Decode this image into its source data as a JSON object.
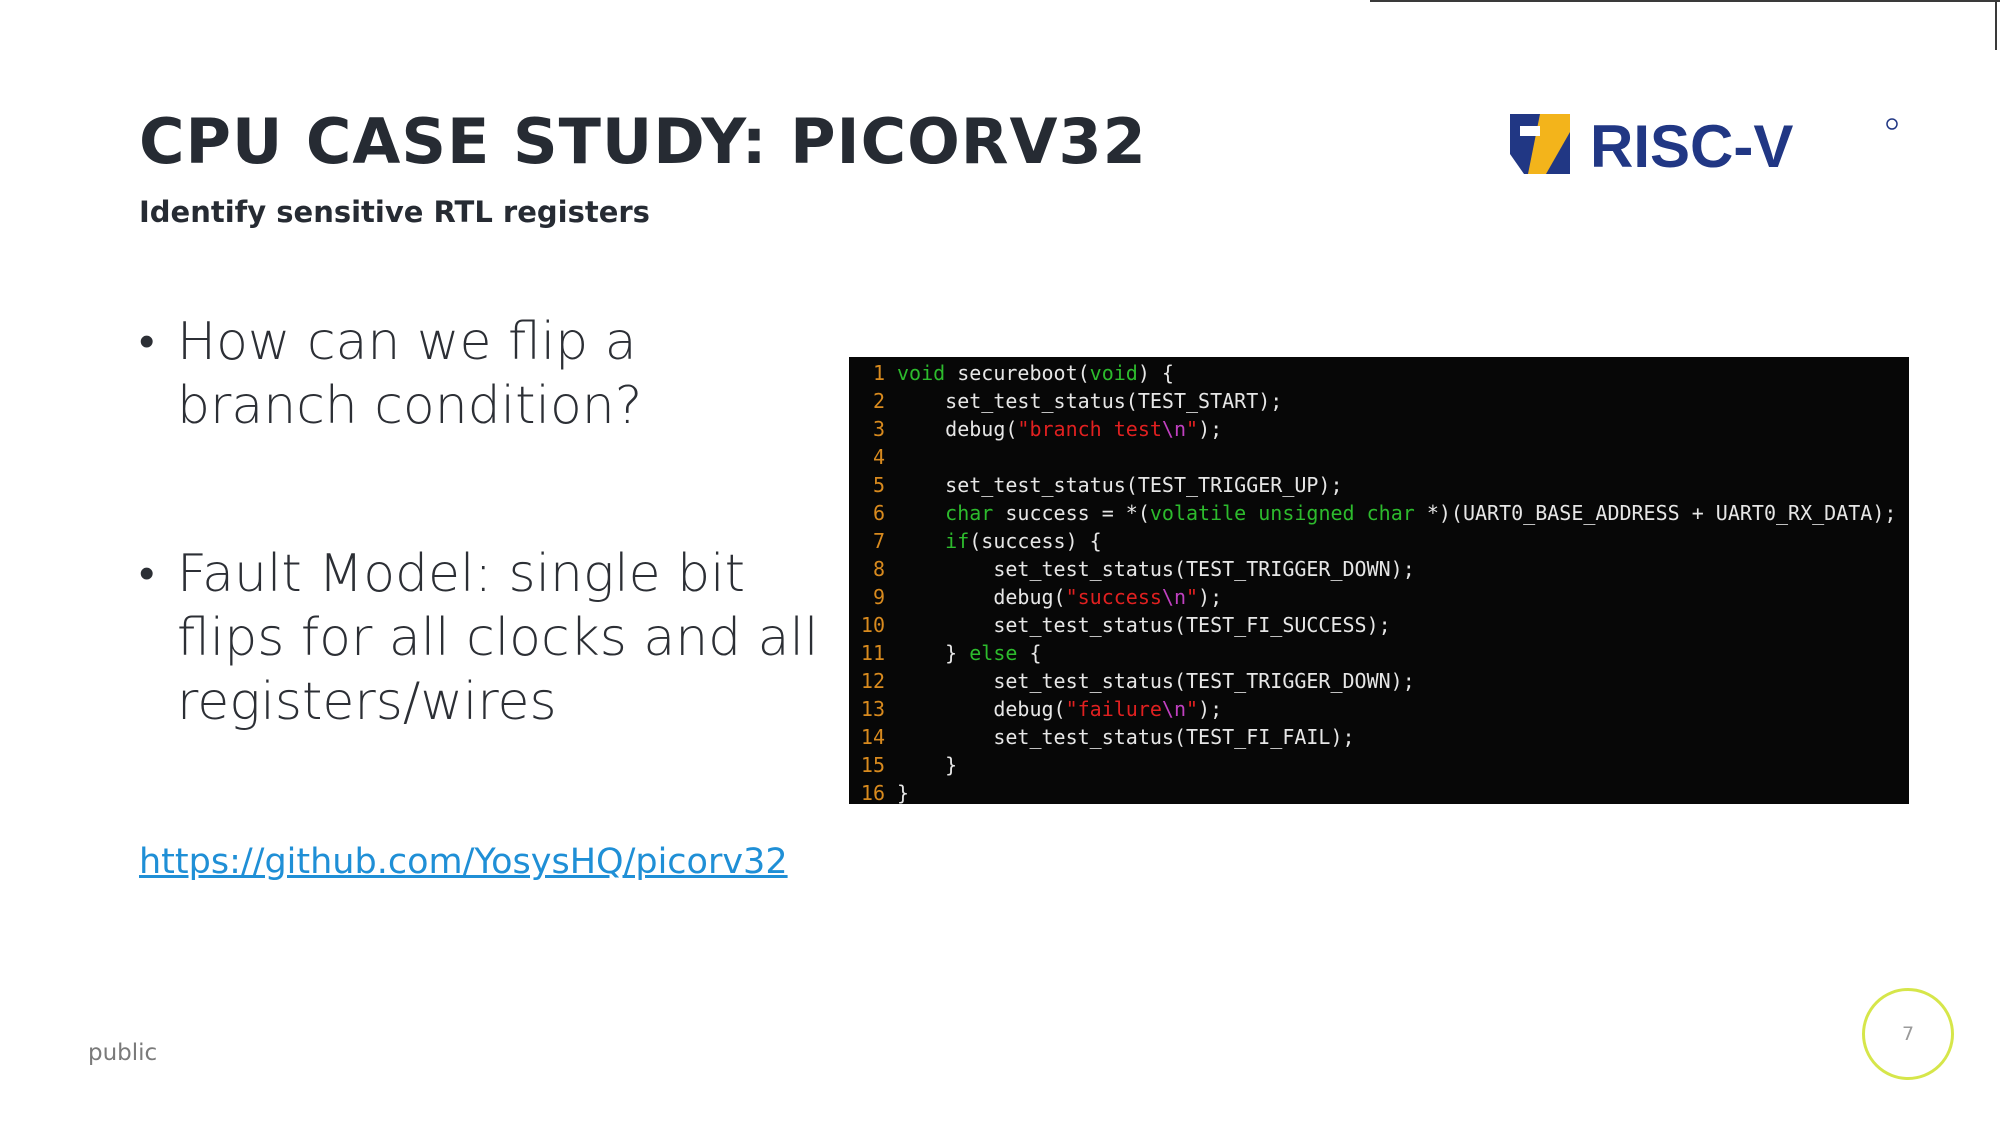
{
  "slide": {
    "title": "CPU CASE STUDY: PICORV32",
    "subtitle": "Identify sensitive RTL registers",
    "logo_text": "RISC-V",
    "bullets": [
      "How can we flip a branch condition?",
      "Fault Model: single bit flips for all clocks and all registers/wires"
    ],
    "link": "https://github.com/YosysHQ/picorv32",
    "footer_label": "public",
    "page_number": "7"
  },
  "code": {
    "line_numbers": [
      "1",
      "2",
      "3",
      "4",
      "5",
      "6",
      "7",
      "8",
      "9",
      "10",
      "11",
      "12",
      "13",
      "14",
      "15",
      "16"
    ],
    "segments": {
      "l1_kw1": "void",
      "l1_a": " secureboot(",
      "l1_kw2": "void",
      "l1_b": ") {",
      "l2": "    set_test_status(TEST_START);",
      "l3_a": "    debug(",
      "l3_str": "\"branch test",
      "l3_esc": "\\n",
      "l3_q": "\"",
      "l3_b": ");",
      "l4": "",
      "l5": "    set_test_status(TEST_TRIGGER_UP);",
      "l6_kw1": "    char",
      "l6_a": " success = *(",
      "l6_kw2": "volatile unsigned char",
      "l6_b": " *)(UART0_BASE_ADDRESS + UART0_RX_DATA);",
      "l7_kw": "    if",
      "l7_a": "(success) {",
      "l8": "        set_test_status(TEST_TRIGGER_DOWN);",
      "l9_a": "        debug(",
      "l9_str": "\"success",
      "l9_esc": "\\n",
      "l9_q": "\"",
      "l9_b": ");",
      "l10": "        set_test_status(TEST_FI_SUCCESS);",
      "l11_a": "    } ",
      "l11_kw": "else",
      "l11_b": " {",
      "l12": "        set_test_status(TEST_TRIGGER_DOWN);",
      "l13_a": "        debug(",
      "l13_str": "\"failure",
      "l13_esc": "\\n",
      "l13_q": "\"",
      "l13_b": ");",
      "l14": "        set_test_status(TEST_FI_FAIL);",
      "l15": "    }",
      "l16": "}"
    }
  },
  "colors": {
    "logo_blue": "#213784",
    "logo_gold": "#f3b41b",
    "code_bg": "#070707",
    "link": "#1f8fd6",
    "page_ring": "#d6e64a"
  }
}
